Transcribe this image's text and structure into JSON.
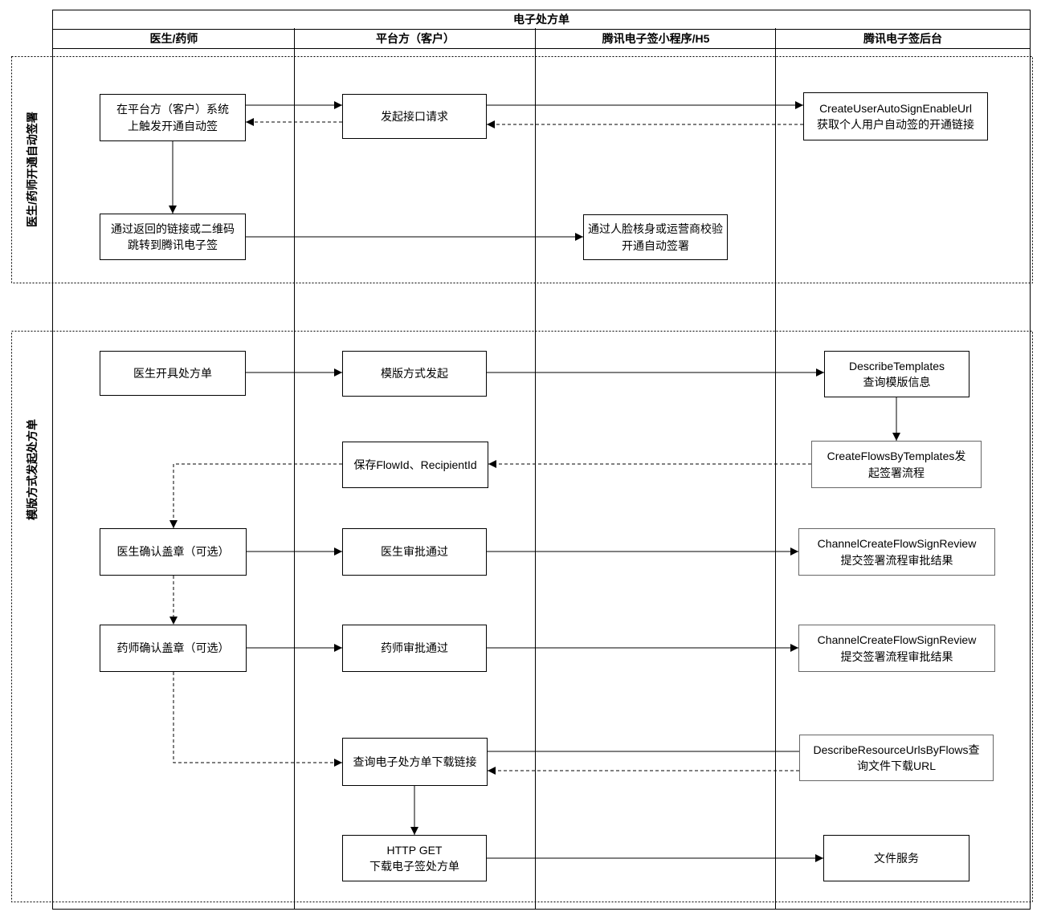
{
  "title": "电子处方单",
  "lanes": [
    "医生/药师",
    "平台方（客户）",
    "腾讯电子签小程序/H5",
    "腾讯电子签后台"
  ],
  "sections": [
    {
      "label": "医生/药师开通自动签署"
    },
    {
      "label": "模版方式发起处方单"
    }
  ],
  "nodes": {
    "trigger_auto_sign": "在平台方（客户）系统\n上触发开通自动签",
    "api_request": "发起接口请求",
    "create_user_auto_sign_enable_url": "CreateUserAutoSignEnableUrl\n获取个人用户自动签的开通链接",
    "jump_via_link": "通过返回的链接或二维码\n跳转到腾讯电子签",
    "face_verify": "通过人脸核身或运营商校验\n开通自动签署",
    "doctor_prescribe": "医生开具处方单",
    "template_initiate": "模版方式发起",
    "describe_templates": "DescribeTemplates\n查询模版信息",
    "create_flows_by_templates": "CreateFlowsByTemplates发\n起签署流程",
    "save_flow_id": "保存FlowId、RecipientId",
    "doctor_confirm_seal": "医生确认盖章（可选）",
    "doctor_approve": "医生审批通过",
    "channel_review_1": "ChannelCreateFlowSignReview\n提交签署流程审批结果",
    "pharmacist_confirm_seal": "药师确认盖章（可选）",
    "pharmacist_approve": "药师审批通过",
    "channel_review_2": "ChannelCreateFlowSignReview\n提交签署流程审批结果",
    "query_download_link": "查询电子处方单下载链接",
    "describe_resource_urls": "DescribeResourceUrlsByFlows查\n询文件下载URL",
    "http_get_download": "HTTP GET\n下载电子签处方单",
    "file_service": "文件服务"
  },
  "edges": [
    {
      "from": "trigger_auto_sign",
      "to": "api_request",
      "style": "solid-arrow"
    },
    {
      "from": "api_request",
      "to": "create_user_auto_sign_enable_url",
      "style": "solid-arrow"
    },
    {
      "from": "create_user_auto_sign_enable_url",
      "to": "api_request",
      "style": "dashed-arrow"
    },
    {
      "from": "api_request",
      "to": "trigger_auto_sign",
      "style": "dashed-arrow"
    },
    {
      "from": "trigger_auto_sign",
      "to": "jump_via_link",
      "style": "solid-arrow"
    },
    {
      "from": "jump_via_link",
      "to": "face_verify",
      "style": "solid-arrow"
    },
    {
      "from": "doctor_prescribe",
      "to": "template_initiate",
      "style": "solid-arrow"
    },
    {
      "from": "template_initiate",
      "to": "describe_templates",
      "style": "solid-arrow"
    },
    {
      "from": "describe_templates",
      "to": "create_flows_by_templates",
      "style": "solid-arrow"
    },
    {
      "from": "create_flows_by_templates",
      "to": "save_flow_id",
      "style": "dashed-arrow"
    },
    {
      "from": "save_flow_id",
      "to": "doctor_confirm_seal",
      "style": "dashed-arrow"
    },
    {
      "from": "doctor_confirm_seal",
      "to": "doctor_approve",
      "style": "solid-arrow"
    },
    {
      "from": "doctor_approve",
      "to": "channel_review_1",
      "style": "solid-arrow"
    },
    {
      "from": "doctor_confirm_seal",
      "to": "pharmacist_confirm_seal",
      "style": "dashed-arrow"
    },
    {
      "from": "pharmacist_confirm_seal",
      "to": "pharmacist_approve",
      "style": "solid-arrow"
    },
    {
      "from": "pharmacist_approve",
      "to": "channel_review_2",
      "style": "solid-arrow"
    },
    {
      "from": "pharmacist_confirm_seal",
      "to": "query_download_link",
      "style": "dashed-arrow"
    },
    {
      "from": "query_download_link",
      "to": "describe_resource_urls",
      "style": "solid-line"
    },
    {
      "from": "describe_resource_urls",
      "to": "query_download_link",
      "style": "dashed-arrow"
    },
    {
      "from": "query_download_link",
      "to": "http_get_download",
      "style": "solid-arrow"
    },
    {
      "from": "http_get_download",
      "to": "file_service",
      "style": "solid-arrow"
    }
  ],
  "colors": {
    "line": "#000000",
    "alt_node_border": "#666666",
    "background": "#ffffff"
  }
}
